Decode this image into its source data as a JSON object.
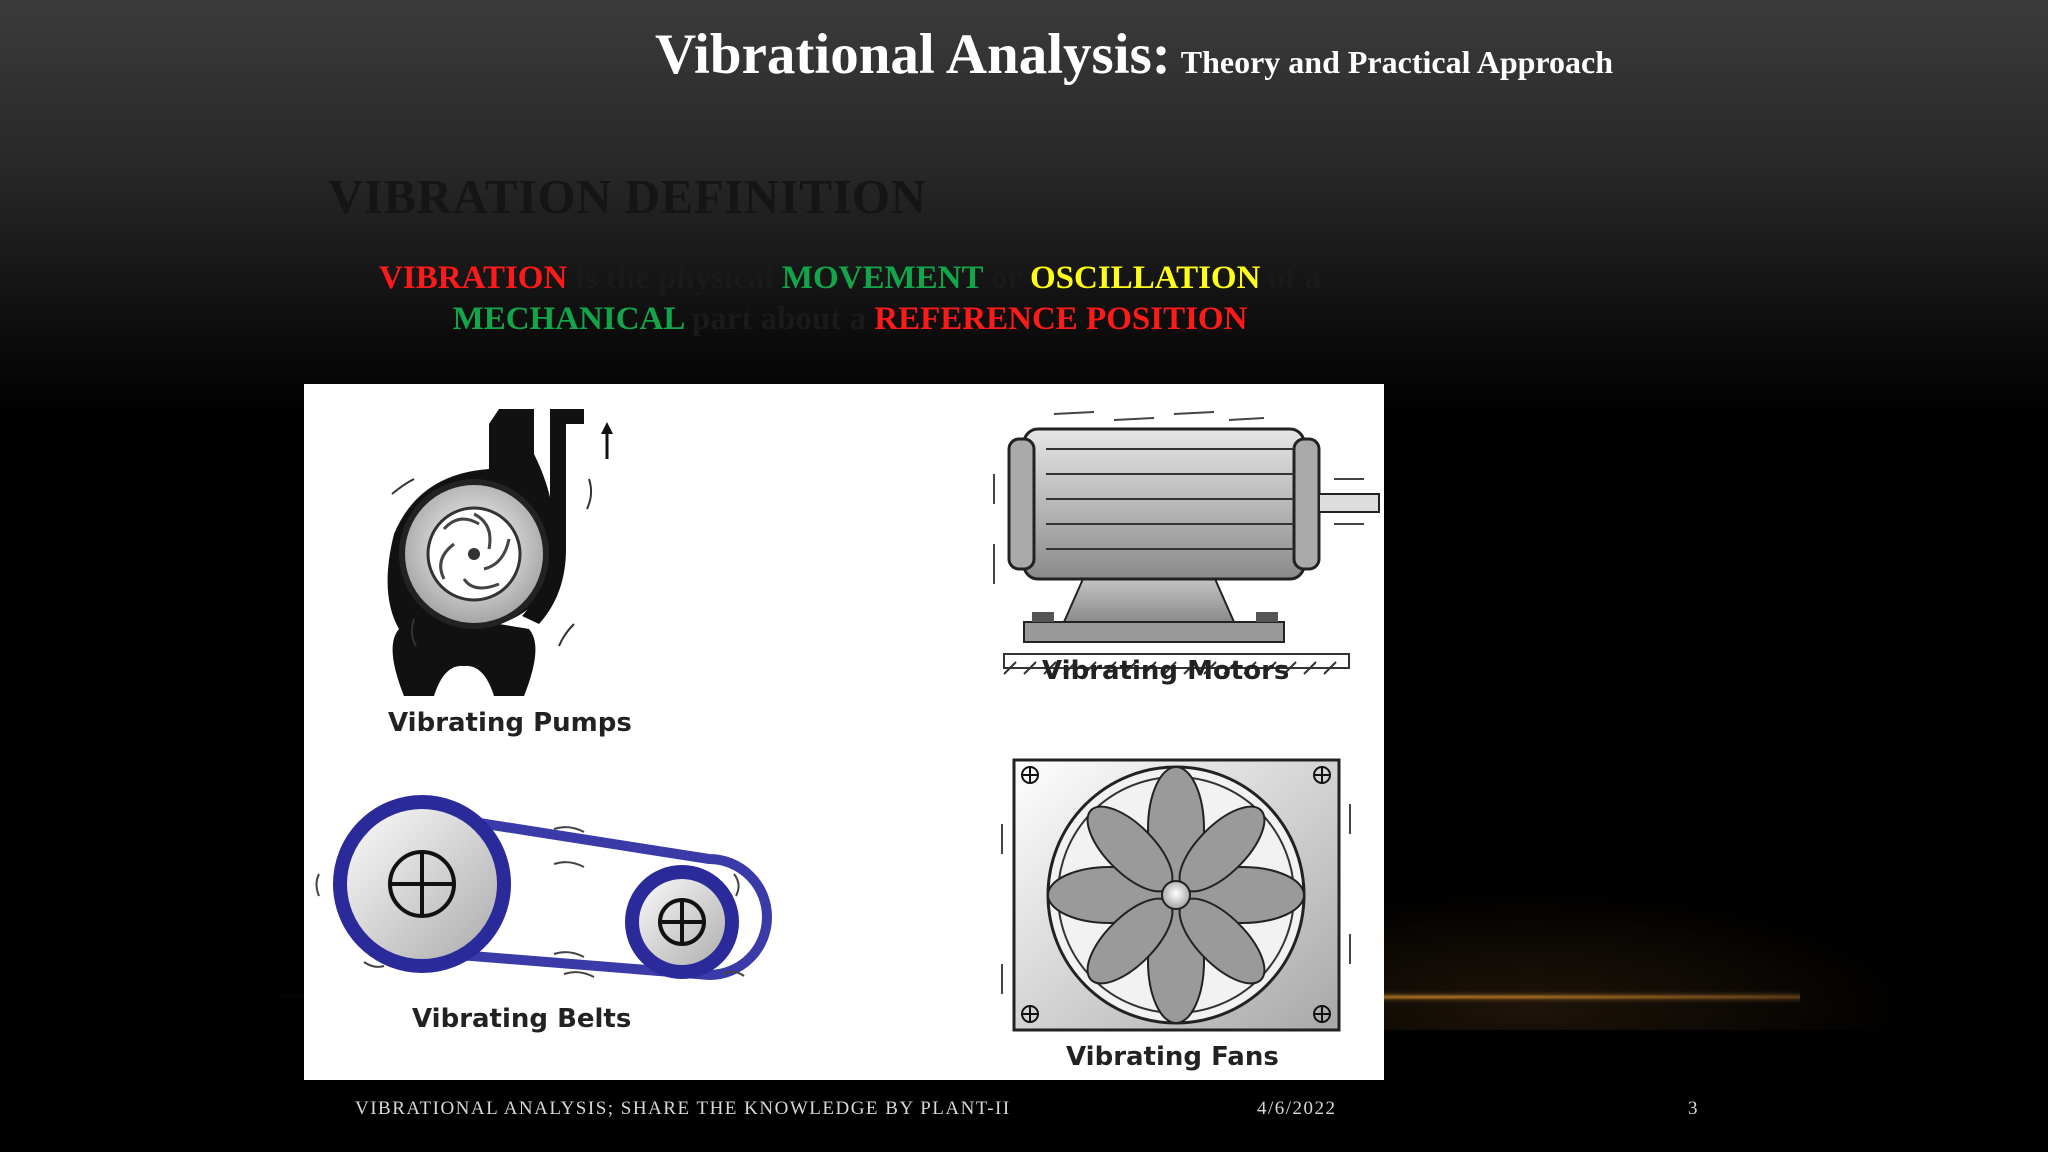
{
  "header": {
    "title": "Vibrational Analysis:",
    "subtitle": "Theory and Practical Approach"
  },
  "section": {
    "heading": "VIBRATION DEFINITION"
  },
  "definition": {
    "w1": "VIBRATION",
    "t1": " is the physical ",
    "w2": "MOVEMENT",
    "t2": " or ",
    "w3": "OSCILLATION",
    "t3": " of a",
    "w4": "MECHANICAL",
    "t4": " part about a ",
    "w5": "REFERENCE POSITION"
  },
  "figure": {
    "pumps": "Vibrating Pumps",
    "motors": "Vibrating Motors",
    "belts": "Vibrating Belts",
    "fans": "Vibrating Fans"
  },
  "footer": {
    "text": "VIBRATIONAL ANALYSIS; SHARE THE KNOWLEDGE BY PLANT-II",
    "date": "4/6/2022",
    "page": "3"
  },
  "colors": {
    "red": "#ff1a1a",
    "green": "#12a54a",
    "yellow": "#ffff1a"
  }
}
